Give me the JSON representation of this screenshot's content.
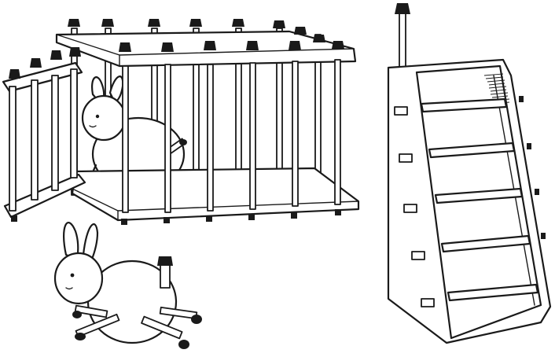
{
  "scene": {
    "background": "#ffffff",
    "ink_color": "#1a1a1a",
    "objects": [
      {
        "id": "cage",
        "kind": "matchstick-cage",
        "has_rabbit_inside": true
      },
      {
        "id": "rabbit-free",
        "kind": "rabbit-with-matchstick-legs"
      },
      {
        "id": "ladder",
        "kind": "ladder-box-with-matchstick"
      }
    ]
  }
}
